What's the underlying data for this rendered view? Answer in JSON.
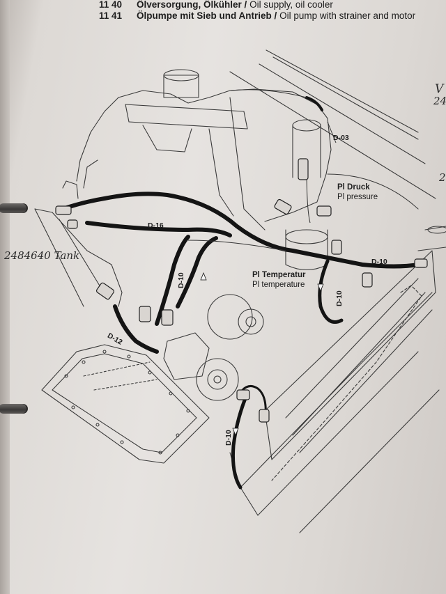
{
  "header": {
    "lines": [
      {
        "number": "11 40",
        "title_de": "Ölversorgung, Ölkühler",
        "separator": "/",
        "title_en": "Oil supply, oil cooler"
      },
      {
        "number": "11 41",
        "title_de": "Ölpumpe mit Sieb und Antrieb",
        "separator": "/",
        "title_en": "Oil pump with strainer and motor"
      }
    ]
  },
  "labels": {
    "d03": "D-03",
    "d16": "D-16",
    "d10_left": "D-10",
    "d10_right": "D-10",
    "d10_mid": "D-10",
    "d10_lower": "D-10",
    "d12": "D-12",
    "pl_druck": "Pl Druck",
    "pl_pressure": "Pl pressure",
    "pl_temperatur": "Pl Temperatur",
    "pl_temperature": "Pl temperature"
  },
  "handwriting": {
    "left_note": "2484640 Tank",
    "right_top_1": "V",
    "right_top_2": "24",
    "right_mid": "2"
  },
  "colors": {
    "paper": "#e3e0dd",
    "ink": "#1e1e1e",
    "hose": "#141414"
  }
}
